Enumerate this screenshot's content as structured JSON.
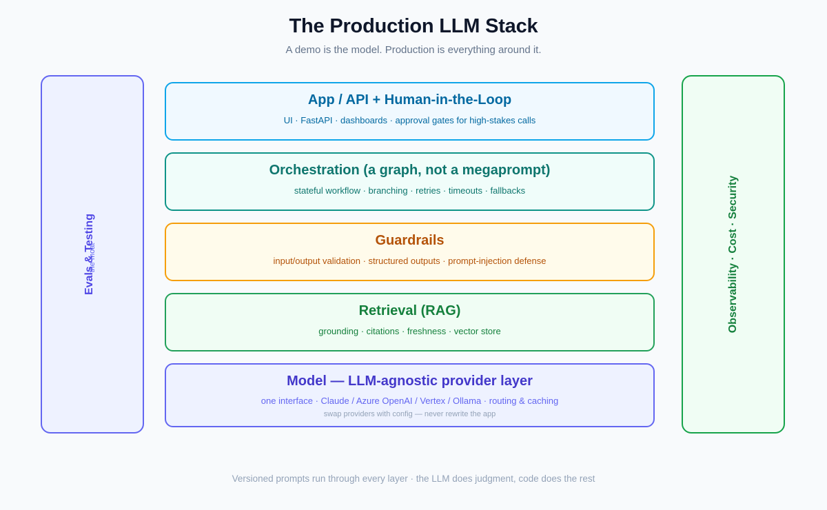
{
  "header": {
    "title": "The Production LLM Stack",
    "subtitle": "A demo is the model. Production is everything around it."
  },
  "left_rail": {
    "label": "Evals & Testing",
    "sublabel": "the moat"
  },
  "right_rail": {
    "label": "Observability · Cost · Security"
  },
  "layers": [
    {
      "title": "App / API + Human-in-the-Loop",
      "description": "UI · FastAPI · dashboards · approval gates for high-stakes calls"
    },
    {
      "title": "Orchestration (a graph, not a megaprompt)",
      "description": "stateful workflow · branching · retries · timeouts · fallbacks"
    },
    {
      "title": "Guardrails",
      "description": "input/output validation · structured outputs · prompt-injection defense"
    },
    {
      "title": "Retrieval (RAG)",
      "description": "grounding · citations · freshness · vector store"
    },
    {
      "title": "Model — LLM-agnostic provider layer",
      "description": "one interface · Claude / Azure OpenAI / Vertex / Ollama · routing & caching",
      "note": "swap providers with config — never rewrite the app"
    }
  ],
  "footer": {
    "text": "Versioned prompts run through every layer · the LLM does judgment, code does the rest"
  },
  "colors": {
    "app": "#0ea5e9",
    "orchestration": "#0f9488",
    "guardrails": "#f59e0b",
    "retrieval": "#22a05a",
    "model": "#6366f1",
    "evals": "#6366f1",
    "observability": "#16a34a"
  }
}
